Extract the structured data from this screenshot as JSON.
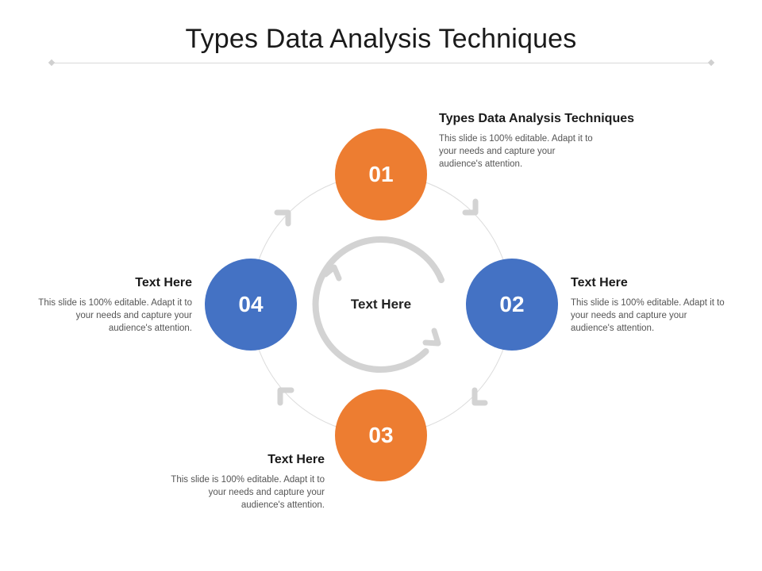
{
  "title": "Types Data Analysis Techniques",
  "center_label": "Text Here",
  "colors": {
    "orange": "#ed7d31",
    "blue": "#4472c4",
    "ring": "#d9d9d9",
    "arrow": "#d3d3d3"
  },
  "steps": [
    {
      "number": "01",
      "heading": "Types Data Analysis Techniques",
      "text": "This slide is 100% editable. Adapt it to your needs and capture your audience's attention."
    },
    {
      "number": "02",
      "heading": "Text Here",
      "text": "This slide is 100% editable. Adapt it to your needs and capture your audience's attention."
    },
    {
      "number": "03",
      "heading": "Text Here",
      "text": "This slide is 100% editable. Adapt it to your needs and capture your audience's attention."
    },
    {
      "number": "04",
      "heading": "Text Here",
      "text": "This slide is 100% editable. Adapt it to your needs and capture your audience's attention."
    }
  ]
}
